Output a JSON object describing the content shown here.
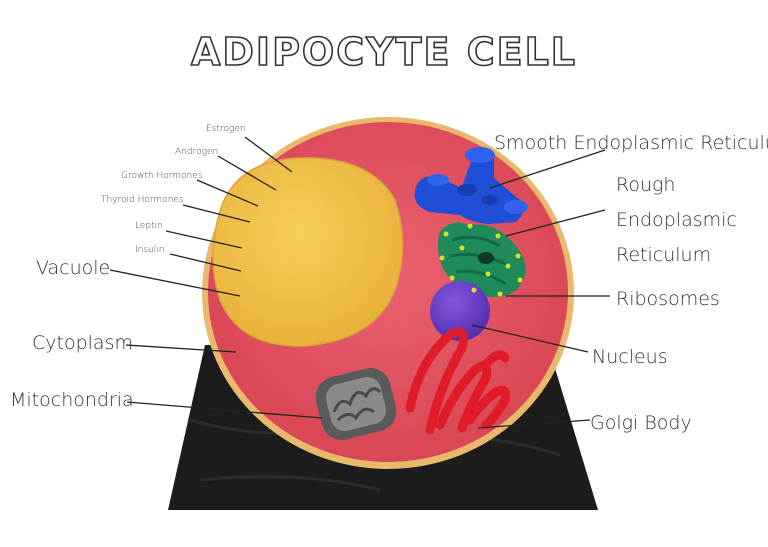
{
  "title": "ADIPOCYTE CELL",
  "hormone_labels": {
    "estrogen": "Estrogen",
    "androgen": "Androgen",
    "growth_hormones": "Growth Hormones",
    "thyroid_hormones": "Thyroid Hormones",
    "leptin": "Leptin",
    "insulin": "Insulin"
  },
  "left_labels": {
    "vacuole": "Vacuole",
    "cytoplasm": "Cytoplasm",
    "mitochondria": "Mitochondria"
  },
  "right_labels": {
    "smooth_er": "Smooth Endoplasmic Reticulum",
    "rough_er_line1": "Rough",
    "rough_er_line2": "Endoplasmic",
    "rough_er_line3": "Reticulum",
    "ribosomes": "Ribosomes",
    "nucleus": "Nucleus",
    "golgi": "Golgi Body"
  },
  "colors": {
    "cytoplasm": "#e2505e",
    "cell_rim": "#e8b86c",
    "vacuole": "#f2c14a",
    "smooth_er": "#1e4fd6",
    "rough_er": "#1f8a5a",
    "ribosome_dots": "#d8e02a",
    "nucleus": "#6a3fc9",
    "golgi": "#e01b2a",
    "mitochondria": "#5a5a5a",
    "stand": "#1c1c1c"
  }
}
